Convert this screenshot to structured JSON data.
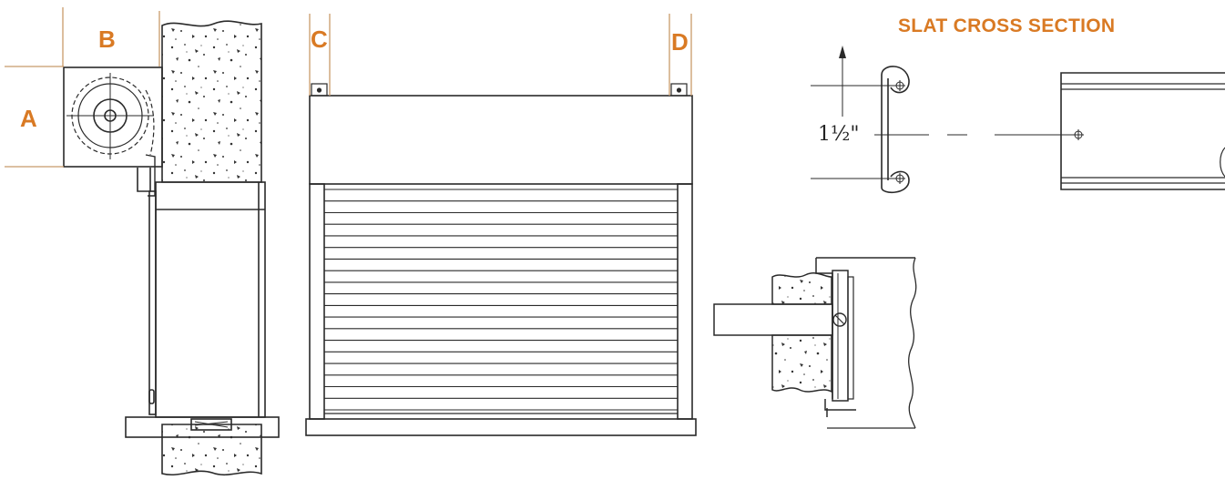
{
  "labels": {
    "a": "A",
    "b": "B",
    "c": "C",
    "d": "D"
  },
  "section_title": "SLAT CROSS SECTION",
  "slat_height": "1½\"",
  "colors": {
    "accent": "#d97a24",
    "line": "#2a2a2a",
    "dimension": "#c89a6a"
  }
}
